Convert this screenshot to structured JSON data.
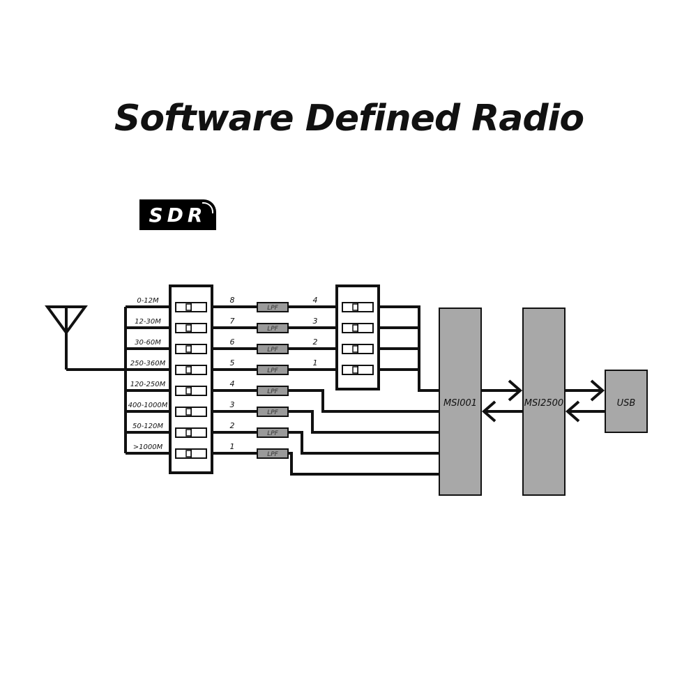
{
  "title": "Software Defined Radio",
  "badge": "SDR",
  "bands": [
    "0-12M",
    "12-30M",
    "30-60M",
    "250-360M",
    "120-250M",
    "400-1000M",
    "50-120M",
    ">1000M"
  ],
  "switch_numbers": [
    "8",
    "7",
    "6",
    "5",
    "4",
    "3",
    "2",
    "1"
  ],
  "lpf_label": "LPF",
  "mux_numbers": [
    "4",
    "3",
    "2",
    "1"
  ],
  "chips": {
    "tuner": "MSI001",
    "adc": "MSI2500",
    "usb": "USB"
  },
  "colors": {
    "chip_fill": "#a8a8a8",
    "line": "#111111"
  }
}
